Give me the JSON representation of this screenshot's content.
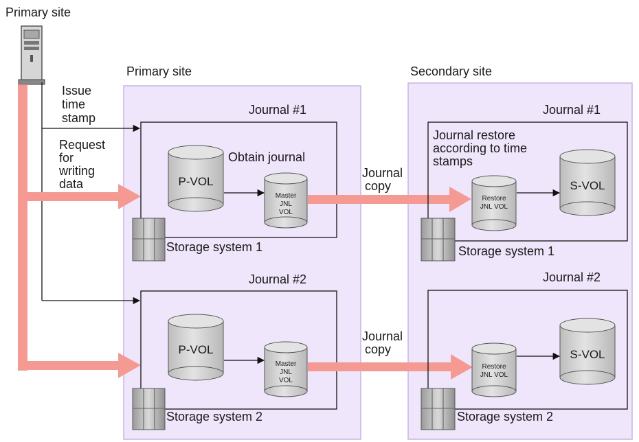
{
  "host": {
    "label": "Primary site"
  },
  "labels": {
    "issue": [
      "Issue",
      "time",
      "stamp"
    ],
    "request": [
      "Request",
      "for",
      "writing",
      "data"
    ],
    "journal_copy": [
      "Journal",
      "copy"
    ]
  },
  "primary": {
    "title": "Primary site",
    "journals": [
      {
        "title": "Journal #1",
        "obtain": "Obtain journal",
        "pvol": "P-VOL",
        "jnl": [
          "Master",
          "JNL",
          "VOL"
        ],
        "storage": "Storage system 1"
      },
      {
        "title": "Journal #2",
        "pvol": "P-VOL",
        "jnl": [
          "Master",
          "JNL",
          "VOL"
        ],
        "storage": "Storage system 2"
      }
    ]
  },
  "secondary": {
    "title": "Secondary site",
    "journals": [
      {
        "title": "Journal #1",
        "restore_note": [
          "Journal restore",
          "according to time",
          "stamps"
        ],
        "jnl": [
          "Restore",
          "JNL VOL"
        ],
        "svol": "S-VOL",
        "storage": "Storage system 1"
      },
      {
        "title": "Journal #2",
        "jnl": [
          "Restore",
          "JNL VOL"
        ],
        "svol": "S-VOL",
        "storage": "Storage system 2"
      }
    ]
  },
  "colors": {
    "site_fill": "#efe6fb",
    "site_border": "#c9b3e6",
    "flow": "#f59a93",
    "disk": "#cfcfcf",
    "line": "#111111"
  }
}
